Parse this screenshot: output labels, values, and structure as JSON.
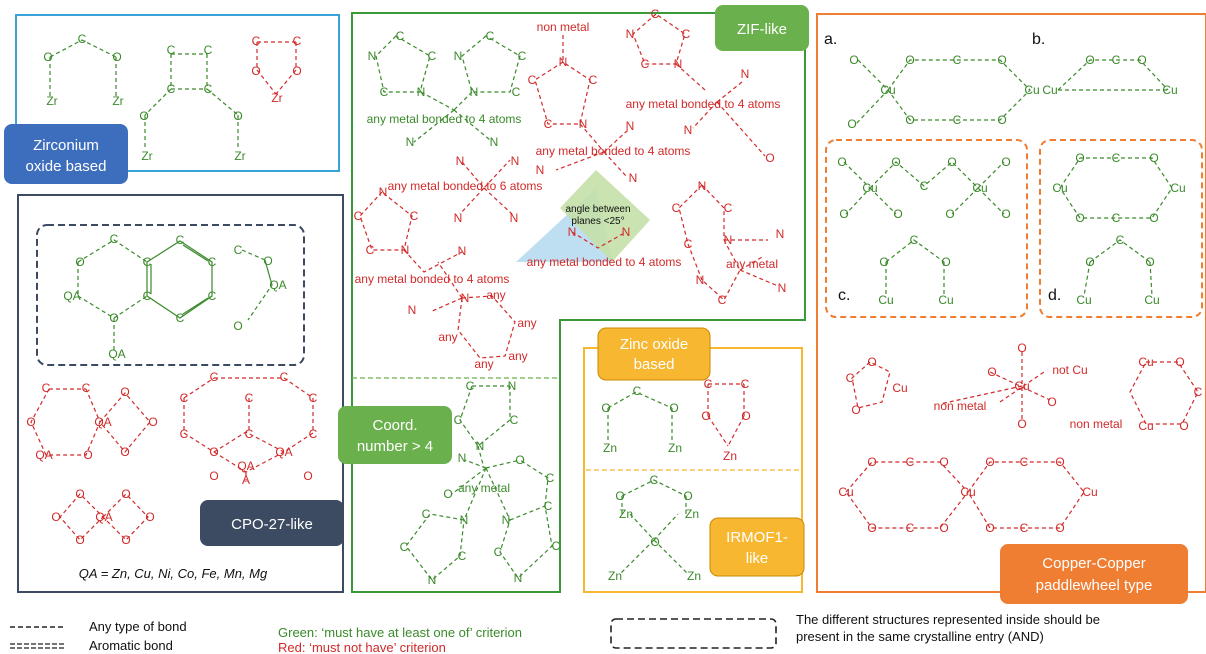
{
  "categories": {
    "zirconium": "Zirconium oxide based",
    "cpo27": "CPO-27-like",
    "zif": "ZIF-like",
    "coord": "Coord. number > 4",
    "zinc": "Zinc oxide based",
    "irmof1": "IRMOF1-like",
    "copper": "Copper-Copper paddlewheel type"
  },
  "qa_definition": "QA = Zn, Cu, Ni, Co, Fe, Mn, Mg",
  "zif_labels": {
    "non_metal": "non metal",
    "metal4_green": "any metal bonded to 4 atoms",
    "metal4_red_a": "any metal bonded to 4 atoms",
    "metal4_red_b": "any metal bonded to 4 atoms",
    "metal4_red_c": "any metal bonded to 4 atoms",
    "metal4_red_d": "any metal bonded to 4 atoms",
    "metal6": "any metal bonded to 6 atoms",
    "angle": "angle between planes <25°",
    "any_metal_red": "any metal",
    "any": "any",
    "any_metal_green": "any metal"
  },
  "copper_labels": {
    "a": "a.",
    "b": "b.",
    "c": "c.",
    "d": "d.",
    "not_cu": "not Cu",
    "non_metal_1": "non metal",
    "non_metal_2": "non metal"
  },
  "legend": {
    "any_bond": "Any type of bond",
    "aromatic_bond": "Aromatic bond",
    "green_criterion": "Green: ‘must have at least one of’ criterion",
    "red_criterion": "Red: ‘must not have’ criterion",
    "and_box": "The different structures represented inside should be present in the same crystalline entry (AND)"
  },
  "colors": {
    "green": "#3a8a2a",
    "red": "#d22a2a",
    "zirconium_blue": "#3d6dbd",
    "cpo_slate": "#3c4a62",
    "zif_green": "#6ab04c",
    "zinc_yellow": "#f7b731",
    "copper_orange": "#ef7d32"
  }
}
